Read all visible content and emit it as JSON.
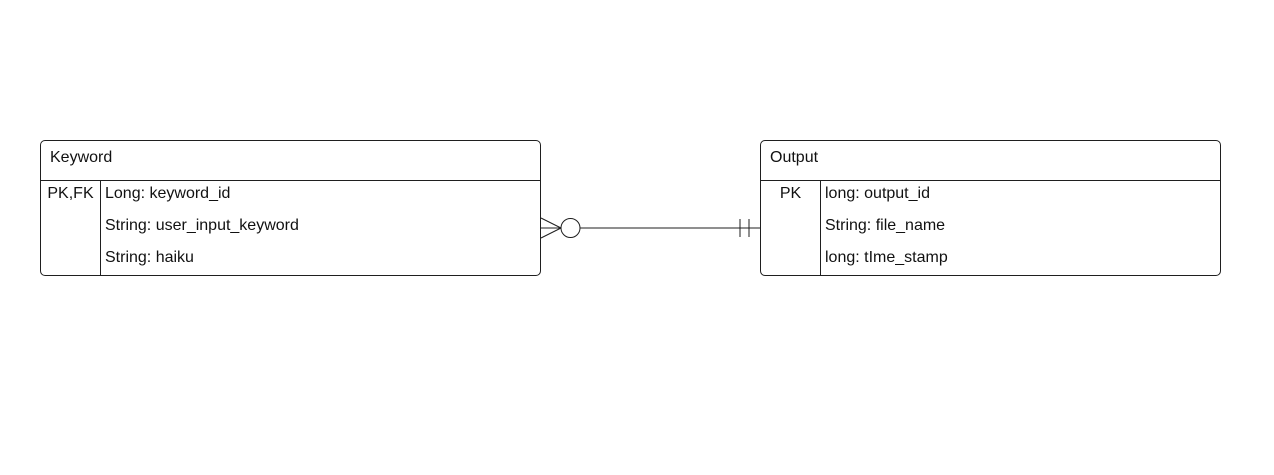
{
  "entities": {
    "keyword": {
      "title": "Keyword",
      "key_label": "PK,FK",
      "attributes": [
        "Long: keyword_id",
        "String: user_input_keyword",
        "String: haiku"
      ]
    },
    "output": {
      "title": "Output",
      "key_label": "PK",
      "attributes": [
        "long: output_id",
        "String: file_name",
        "long: tIme_stamp"
      ]
    }
  },
  "relationship": {
    "from": "Keyword",
    "to": "Output",
    "from_cardinality": "zero-or-many",
    "to_cardinality": "one-and-only-one"
  },
  "colors": {
    "line": "#1f1f1f",
    "background": "#ffffff",
    "text": "#111111"
  }
}
